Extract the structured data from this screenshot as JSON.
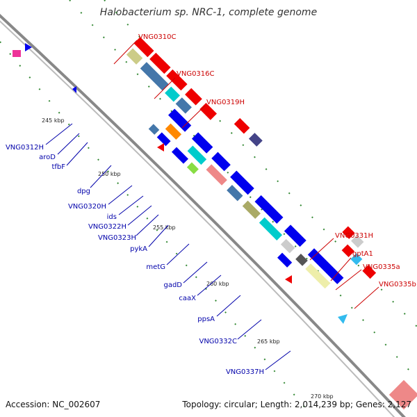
{
  "header": {
    "title": "Halobacterium sp. NRC-1, complete genome"
  },
  "footer": {
    "accession": "Accession: NC_002607",
    "summary": "Topology: circular; Length: 2,014,239 bp; Genes: 2,127"
  },
  "map": {
    "ticks": [
      "245 kbp",
      "250 kbp",
      "255 kbp",
      "260 kbp",
      "265 kbp",
      "270 kbp"
    ],
    "outer_labels": [
      "VNG0310C",
      "VNG0316C",
      "VNG0319H",
      "VNG0331H",
      "gptA1",
      "VNG0335a",
      "VNG0335b"
    ],
    "inner_labels": [
      "VNG0312H",
      "aroD",
      "tfbF",
      "dpg",
      "VNG0320H",
      "ids",
      "VNG0322H",
      "VNG0323H",
      "pykA",
      "metG",
      "gadD",
      "caaX",
      "ppsA",
      "VNG0332C",
      "VNG0337H"
    ]
  },
  "colors": {
    "forward": "#0000ee",
    "reverse": "#ee0000",
    "backbone": "#888888",
    "gc_dots": "#338833",
    "outer_label_text": "#cc0000",
    "inner_label_text": "#0000aa"
  }
}
